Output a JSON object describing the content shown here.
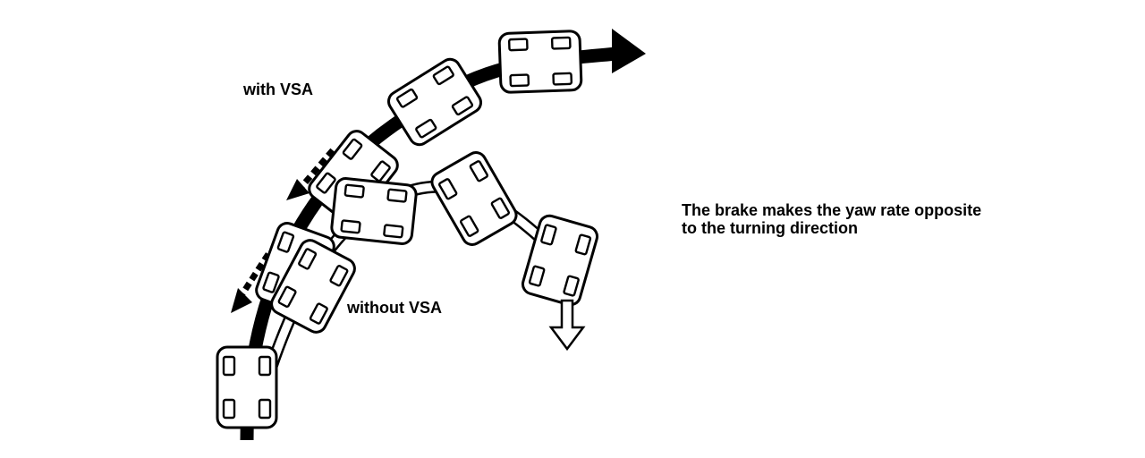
{
  "labels": {
    "with_vsa": "with VSA",
    "without_vsa": "without VSA"
  },
  "caption": {
    "line1": "The brake makes the yaw rate opposite",
    "line2": "to the turning direction"
  },
  "colors": {
    "ink": "#000000",
    "background": "#ffffff"
  }
}
